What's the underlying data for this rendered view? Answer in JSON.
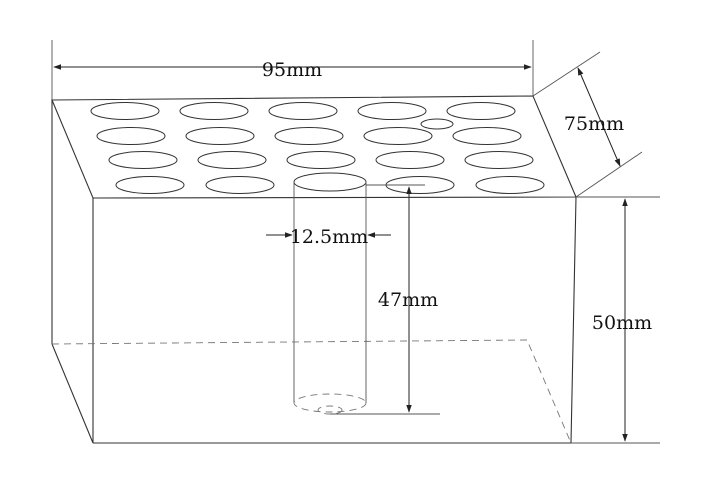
{
  "dimensions": {
    "width": "95mm",
    "depth": "75mm",
    "height": "50mm",
    "hole_diameter": "12.5mm",
    "hole_depth": "47mm"
  },
  "rack": {
    "rows": 4,
    "columns": 5
  }
}
